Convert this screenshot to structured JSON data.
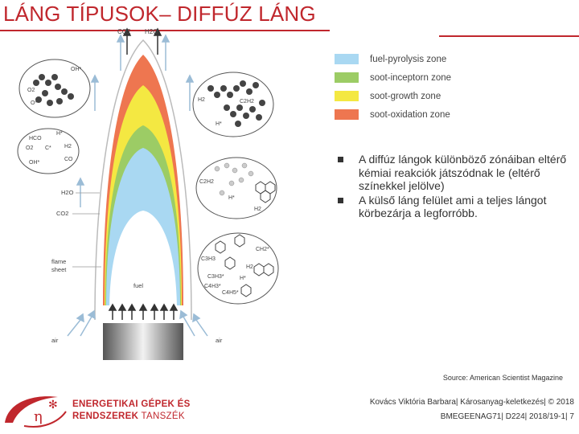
{
  "slide": {
    "title": "LÁNG TÍPUSOK– DIFFÚZ LÁNG"
  },
  "legend": {
    "items": [
      {
        "label": "fuel-pyrolysis zone",
        "color": "#a9d8f2"
      },
      {
        "label": "soot-inceptorn zone",
        "color": "#9ccc65"
      },
      {
        "label": "soot-growth zone",
        "color": "#f4e842"
      },
      {
        "label": "soot-oxidation zone",
        "color": "#ee7650"
      }
    ]
  },
  "bullets": [
    "A diffúz lángok különböző zónáiban eltérő kémiai reakciók játszódnak le (eltérő színekkel jelölve)",
    "A külső láng felület ami a teljes lángot körbezárja a legforróbb."
  ],
  "diagram": {
    "top_products": [
      "CO2",
      "H2O"
    ],
    "bubble1": [
      "OH*",
      "O2",
      "O*"
    ],
    "bubble2": [
      "HCO",
      "H*",
      "O2",
      "C*",
      "H2",
      "OH*",
      "CO"
    ],
    "bubble3": [
      "H2",
      "C2H2",
      "H*"
    ],
    "bubble4": [
      "C2H2",
      "H*",
      "H2"
    ],
    "bubble5": [
      "C3H3",
      "CH2*",
      "H2",
      "C3H3*",
      "H*",
      "C4H3*",
      "C4H5*"
    ],
    "left_products": [
      "H2O",
      "CO2"
    ],
    "flame_sheet": [
      "flame",
      "sheet"
    ],
    "fuel": "fuel",
    "air_left": "air",
    "air_right": "air"
  },
  "source": "Source: American Scientist Magazine",
  "footer": {
    "line1": "Kovács Viktória Barbara| Károsanyag-keletkezés| © 2018",
    "line2": "BMEGEENAG71| D224| 2018/19-1| 7"
  },
  "logo": {
    "line1": "ENERGETIKAI GÉPEK ÉS",
    "line2_bold": "RENDSZEREK",
    "line2_thin": " TANSZÉK"
  }
}
